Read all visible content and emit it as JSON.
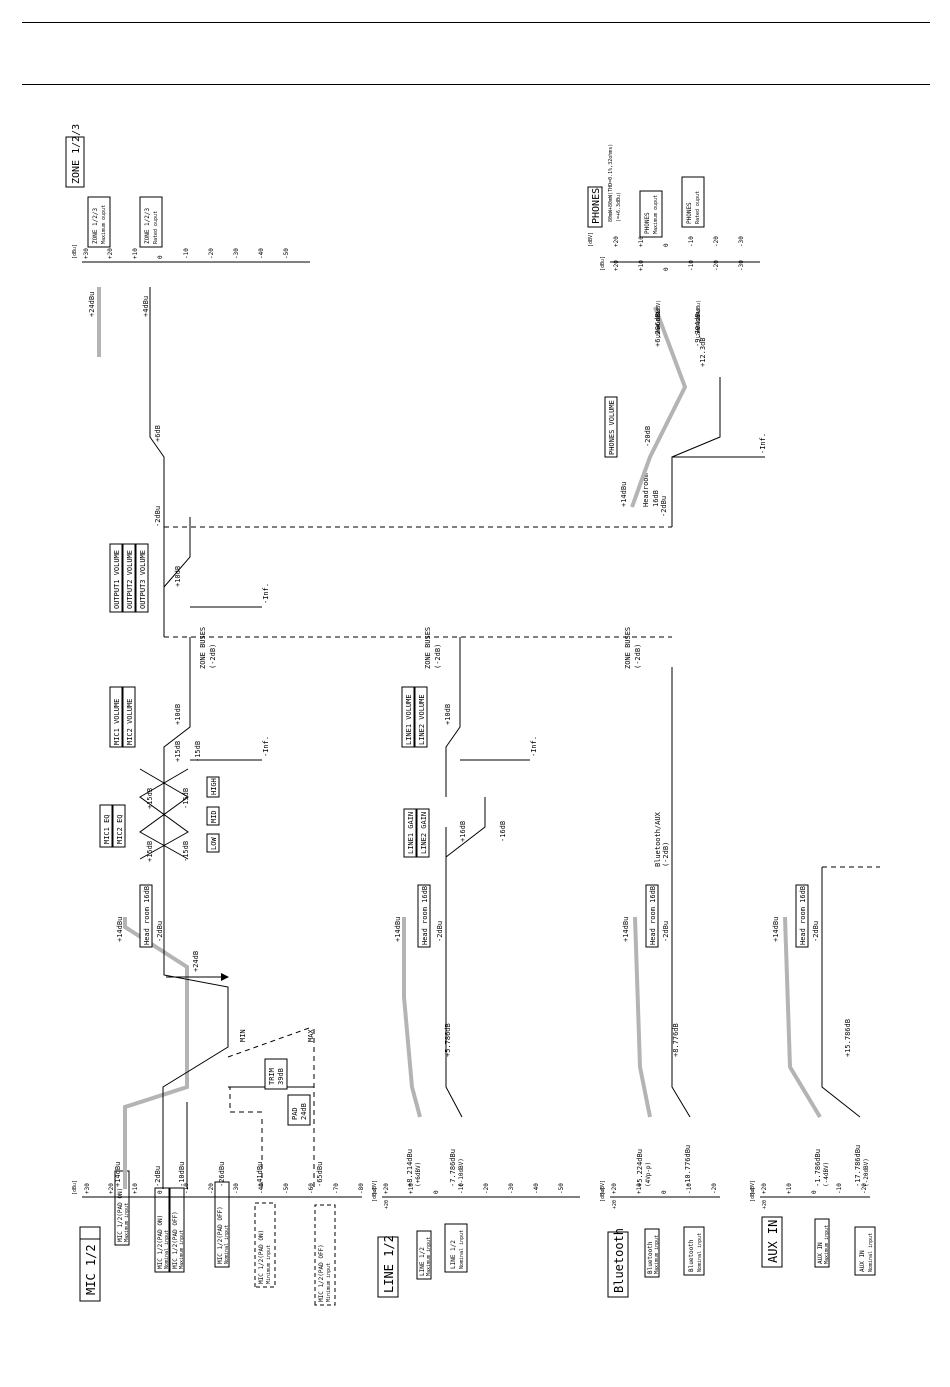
{
  "texts": {
    "t1": "MIC 1/2",
    "t2": "LINE 1/2",
    "t3": "Bluetooth",
    "t4": "AUX IN",
    "t5": "ZONE 1/2/3",
    "t6": "PHONES",
    "t7": "80mW+80mW(THD=0.1%,32ohms)",
    "t8": "(=+6.3dBu)",
    "t9": "MIC 1/2(PAD ON)",
    "t10": "Maximum input",
    "t11": "MIC 1/2(PAD ON)",
    "t12": "Nominal input",
    "t13": "MIC 1/2(PAD OFF)",
    "t14": "Maximum input",
    "t15": "MIC 1/2(PAD OFF)",
    "t16": "Nominal input",
    "t17": "MIC 1/2(PAD ON)",
    "t18": "Minimum input",
    "t19": "MIC 1/2(PAD OFF)",
    "t20": "Minimum input",
    "t21": "LINE 1/2",
    "t22": "Maximum input",
    "t23": "LINE 1/2",
    "t24": "Nominal input",
    "t25": "Bluetooth",
    "t26": "Maximum input",
    "t27": "Bluetooth",
    "t28": "Nominal input",
    "t29": "AUX IN",
    "t30": "Maximum input",
    "t31": "AUX IN",
    "t32": "Nominal input",
    "t33": "ZONE 1/2/3",
    "t34": "Maximum ouput",
    "t35": "ZONE 1/2/3",
    "t36": "Rated ouput",
    "t37": "PHONES",
    "t38": "Maximum ouput",
    "t39": "PHONES",
    "t40": "Rated ouput",
    "t41": "+14dBu",
    "t42": "-2dBu",
    "t43": "-10dBu",
    "t44": "-26dBu",
    "t45": "-41dBu",
    "t46": "-65dBu",
    "t47": "Head room 16dB",
    "t48": "+14dBu",
    "t49": "-2dBu",
    "t50": "+24dB",
    "t51": "MIN",
    "t52": "MAX",
    "t53": "TRIM",
    "t54": "39dB",
    "t55": "PAD",
    "t56": "24dB",
    "t57": "MIC1 EQ",
    "t58": "MIC2 EQ",
    "t59": "LOW",
    "t60": "MID",
    "t61": "HIGH",
    "t62": "+15dB",
    "t63": "-15dB",
    "t64": "+15dB",
    "t65": "-15dB",
    "t66": "+15dB",
    "t67": "-15dB",
    "t68": "MIC1 VOLUME",
    "t69": "MIC2 VOLUME",
    "t70": "+10dB",
    "t71": "-Inf.",
    "t72": "ZONE BUSES",
    "t73": "(-2dB)",
    "t74": "OUTPUT1 VOLUME",
    "t75": "OUTPUT2 VOLUME",
    "t76": "OUTPUT3 VOLUME",
    "t77": "+10dB",
    "t78": "-Inf.",
    "t79": "-2dBu",
    "t80": "+6dB",
    "t81": "+4dBu",
    "t82": "+24dBu",
    "t83": "+8.214dBu",
    "t84": "(+6dBV)",
    "t85": "-7.786dBu",
    "t86": "(-10dBV)",
    "t87": "+5.786dB",
    "t88": "Head room 16dB",
    "t89": "+14dBu",
    "t90": "-2dBu",
    "t91": "LINE1 GAIN",
    "t92": "LINE2 GAIN",
    "t93": "+16dB",
    "t94": "-16dB",
    "t95": "LINE1 VOLUME",
    "t96": "LINE2 VOLUME",
    "t97": "+10dB",
    "t98": "-Inf.",
    "t99": "ZONE BUSES",
    "t100": "(-2dB)",
    "t101": "+5.224dBu",
    "t102": "(4Vp-p)",
    "t103": "-10.776dBu",
    "t104": "+8.776dB",
    "t105": "Head room 16dB",
    "t106": "+14dBu",
    "t107": "-2dBu",
    "t108": "Bluetooth/AUX",
    "t109": "(-2dB)",
    "t110": "ZONE BUSES",
    "t111": "(-2dB)",
    "t112": "-1.786dBu",
    "t113": "(-4dBV)",
    "t114": "-17.786dBu",
    "t115": "(-20dBV)",
    "t116": "+15.786dB",
    "t117": "Head room 16dB",
    "t118": "+14dBu",
    "t119": "-2dBu",
    "t120": "PHONES VOLUME",
    "t121": "-20dB",
    "t122": "Headroom",
    "t123": "16dB",
    "t124": "+14dBu",
    "t125": "-2dBu",
    "t126": "-Inf.",
    "t127": "+12.3dB",
    "t128": "+6.296dBu",
    "t129": "(80mW 32Ω",
    "t130": "=+4.082dBV)",
    "t131": "-9.704dBu",
    "t132": "(2mW 32Ω",
    "t133": "=-9.704dBu)",
    "t134": "[dBu]",
    "t135": "+30",
    "t136": "+20",
    "t137": "+10",
    "t138": "0",
    "t139": "-10",
    "t140": "-20",
    "t141": "-30",
    "t142": "-40",
    "t143": "-50",
    "t144": "-60",
    "t145": "-70",
    "t146": "-80",
    "t147": "[dBV]",
    "t148": "+20",
    "t149": "+10",
    "t150": "0",
    "t151": "-10",
    "t152": "-20",
    "t153": "-30",
    "t154": "-40",
    "t155": "-50",
    "t156": "[dBu]",
    "t157": "+20",
    "t158": "[dBV]",
    "t159": "+20",
    "t160": "+10",
    "t161": "0",
    "t162": "-10",
    "t163": "-20",
    "t164": "[dBu]",
    "t165": "+20",
    "t166": "[dBV]",
    "t167": "+20",
    "t168": "+10",
    "t169": "0",
    "t170": "-10",
    "t171": "-20",
    "t172": "[dBu]",
    "t173": "+20",
    "t174": "[dBu]",
    "t175": "+30",
    "t176": "+20",
    "t177": "+10",
    "t178": "0",
    "t179": "-10",
    "t180": "-20",
    "t181": "-30",
    "t182": "-40",
    "t183": "-50",
    "t184": "[dBV]",
    "t185": "+20",
    "t186": "+10",
    "t187": "0",
    "t188": "-10",
    "t189": "-20",
    "t190": "-30",
    "t191": "[dBu]",
    "t192": "+20",
    "t193": "+10",
    "t194": "0",
    "t195": "-10",
    "t196": "-20",
    "t197": "-30"
  }
}
